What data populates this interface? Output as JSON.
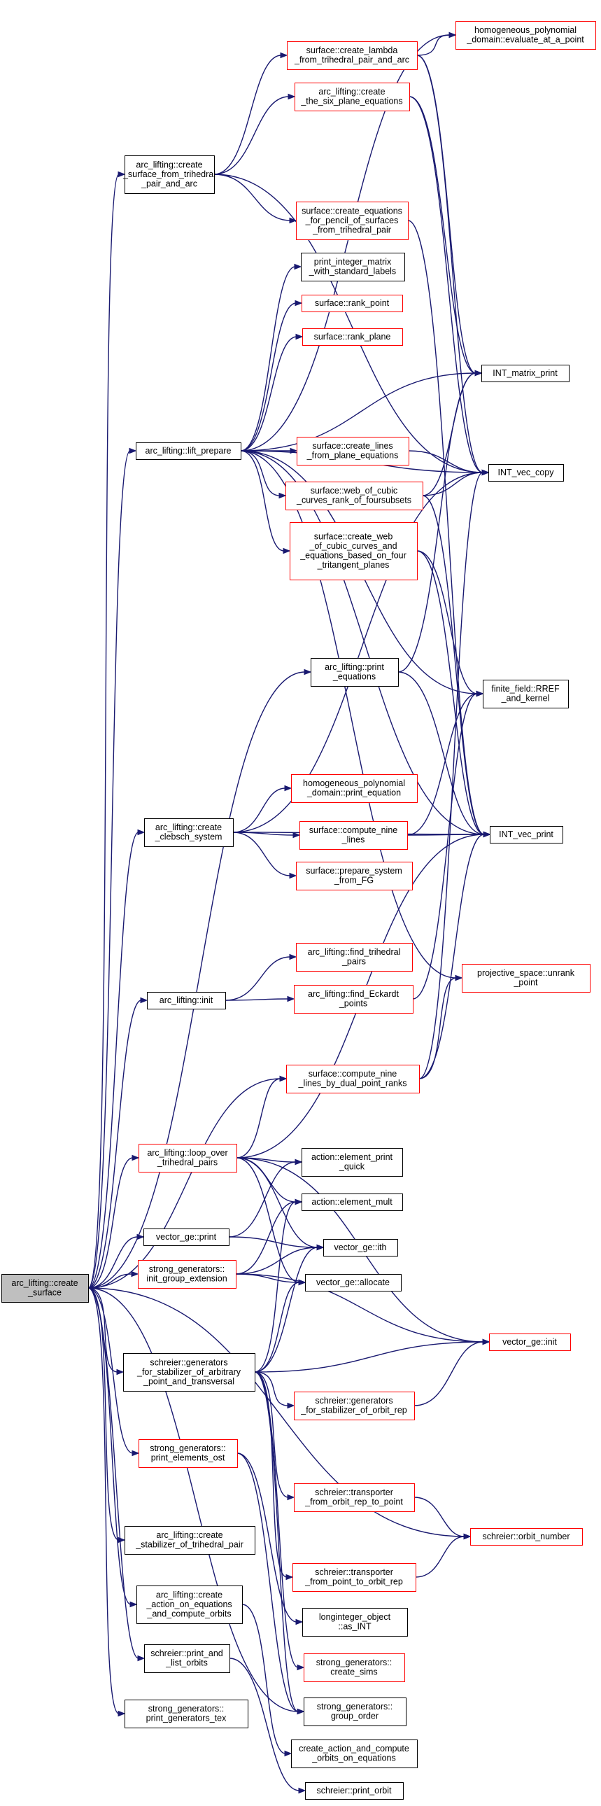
{
  "colors": {
    "edge": "#191970",
    "border_normal": "#000000",
    "border_truncated": "#ff0000",
    "root_fill": "#bfbfbf",
    "node_fill": "#ffffff"
  },
  "nodes": [
    {
      "id": "create_surface",
      "style": "root",
      "lines": [
        "arc_lifting::create",
        "_surface"
      ]
    },
    {
      "id": "create_surface_from_trihedral",
      "style": "normal",
      "lines": [
        "arc_lifting::create",
        "_surface_from_trihedral",
        "_pair_and_arc"
      ]
    },
    {
      "id": "create_lambda",
      "style": "truncated",
      "lines": [
        "surface::create_lambda",
        "_from_trihedral_pair_and_arc"
      ]
    },
    {
      "id": "hp_evaluate",
      "style": "truncated",
      "lines": [
        "homogeneous_polynomial",
        "_domain::evaluate_at_a_point"
      ]
    },
    {
      "id": "create_six_plane",
      "style": "truncated",
      "lines": [
        "arc_lifting::create",
        "_the_six_plane_equations"
      ]
    },
    {
      "id": "create_eq_pencil",
      "style": "truncated",
      "lines": [
        "surface::create_equations",
        "_for_pencil_of_surfaces",
        "_from_trihedral_pair"
      ]
    },
    {
      "id": "print_int_matrix",
      "style": "normal",
      "lines": [
        "print_integer_matrix",
        "_with_standard_labels"
      ]
    },
    {
      "id": "rank_point",
      "style": "truncated",
      "lines": [
        "surface::rank_point"
      ]
    },
    {
      "id": "rank_plane",
      "style": "truncated",
      "lines": [
        "surface::rank_plane"
      ]
    },
    {
      "id": "int_matrix_print",
      "style": "normal",
      "lines": [
        "INT_matrix_print"
      ]
    },
    {
      "id": "lift_prepare",
      "style": "normal",
      "lines": [
        "arc_lifting::lift_prepare"
      ]
    },
    {
      "id": "create_lines",
      "style": "truncated",
      "lines": [
        "surface::create_lines",
        "_from_plane_equations"
      ]
    },
    {
      "id": "int_vec_copy",
      "style": "normal",
      "lines": [
        "INT_vec_copy"
      ]
    },
    {
      "id": "web_rank",
      "style": "truncated",
      "lines": [
        "surface::web_of_cubic",
        "_curves_rank_of_foursubsets"
      ]
    },
    {
      "id": "create_web",
      "style": "truncated",
      "lines": [
        "surface::create_web",
        "_of_cubic_curves_and",
        "_equations_based_on_four",
        "_tritangent_planes"
      ]
    },
    {
      "id": "print_equations",
      "style": "normal",
      "lines": [
        "arc_lifting::print",
        "_equations"
      ]
    },
    {
      "id": "rref_kernel",
      "style": "normal",
      "lines": [
        "finite_field::RREF",
        "_and_kernel"
      ]
    },
    {
      "id": "hp_print_eq",
      "style": "truncated",
      "lines": [
        "homogeneous_polynomial",
        "_domain::print_equation"
      ]
    },
    {
      "id": "create_clebsch",
      "style": "normal",
      "lines": [
        "arc_lifting::create",
        "_clebsch_system"
      ]
    },
    {
      "id": "compute_nine",
      "style": "truncated",
      "lines": [
        "surface::compute_nine",
        "_lines"
      ]
    },
    {
      "id": "int_vec_print",
      "style": "normal",
      "lines": [
        "INT_vec_print"
      ]
    },
    {
      "id": "prepare_system",
      "style": "truncated",
      "lines": [
        "surface::prepare_system",
        "_from_FG"
      ]
    },
    {
      "id": "find_trihedral",
      "style": "truncated",
      "lines": [
        "arc_lifting::find_trihedral",
        "_pairs"
      ]
    },
    {
      "id": "ps_unrank",
      "style": "truncated",
      "lines": [
        "projective_space::unrank",
        "_point"
      ]
    },
    {
      "id": "init",
      "style": "normal",
      "lines": [
        "arc_lifting::init"
      ]
    },
    {
      "id": "find_eckardt",
      "style": "truncated",
      "lines": [
        "arc_lifting::find_Eckardt",
        "_points"
      ]
    },
    {
      "id": "compute_nine_dual",
      "style": "truncated",
      "lines": [
        "surface::compute_nine",
        "_lines_by_dual_point_ranks"
      ]
    },
    {
      "id": "loop_over",
      "style": "truncated",
      "lines": [
        "arc_lifting::loop_over",
        "_trihedral_pairs"
      ]
    },
    {
      "id": "element_print_quick",
      "style": "normal",
      "lines": [
        "action::element_print",
        "_quick"
      ]
    },
    {
      "id": "element_mult",
      "style": "normal",
      "lines": [
        "action::element_mult"
      ]
    },
    {
      "id": "vector_ge_print",
      "style": "normal",
      "lines": [
        "vector_ge::print"
      ]
    },
    {
      "id": "vector_ge_ith",
      "style": "normal",
      "lines": [
        "vector_ge::ith"
      ]
    },
    {
      "id": "init_group_ext",
      "style": "truncated",
      "lines": [
        "strong_generators::",
        "init_group_extension"
      ]
    },
    {
      "id": "vector_ge_allocate",
      "style": "normal",
      "lines": [
        "vector_ge::allocate"
      ]
    },
    {
      "id": "vector_ge_init",
      "style": "truncated",
      "lines": [
        "vector_ge::init"
      ]
    },
    {
      "id": "schreier_gen_arbitrary",
      "style": "normal",
      "lines": [
        "schreier::generators",
        "_for_stabilizer_of_arbitrary",
        "_point_and_transversal"
      ]
    },
    {
      "id": "schreier_gen_orbit_rep",
      "style": "truncated",
      "lines": [
        "schreier::generators",
        "_for_stabilizer_of_orbit_rep"
      ]
    },
    {
      "id": "print_elements_ost",
      "style": "truncated",
      "lines": [
        "strong_generators::",
        "print_elements_ost"
      ]
    },
    {
      "id": "transporter_rep_to_point",
      "style": "truncated",
      "lines": [
        "schreier::transporter",
        "_from_orbit_rep_to_point"
      ]
    },
    {
      "id": "orbit_number",
      "style": "truncated",
      "lines": [
        "schreier::orbit_number"
      ]
    },
    {
      "id": "create_stabilizer",
      "style": "normal",
      "lines": [
        "arc_lifting::create",
        "_stabilizer_of_trihedral_pair"
      ]
    },
    {
      "id": "create_action",
      "style": "normal",
      "lines": [
        "arc_lifting::create",
        "_action_on_equations",
        "_and_compute_orbits"
      ]
    },
    {
      "id": "transporter_point_to_rep",
      "style": "truncated",
      "lines": [
        "schreier::transporter",
        "_from_point_to_orbit_rep"
      ]
    },
    {
      "id": "as_int",
      "style": "normal",
      "lines": [
        "longinteger_object",
        "::as_INT"
      ]
    },
    {
      "id": "print_and_list_orbits",
      "style": "normal",
      "lines": [
        "schreier::print_and",
        "_list_orbits"
      ]
    },
    {
      "id": "create_sims",
      "style": "truncated",
      "lines": [
        "strong_generators::",
        "create_sims"
      ]
    },
    {
      "id": "print_generators_tex",
      "style": "normal",
      "lines": [
        "strong_generators::",
        "print_generators_tex"
      ]
    },
    {
      "id": "group_order",
      "style": "normal",
      "lines": [
        "strong_generators::",
        "group_order"
      ]
    },
    {
      "id": "create_action_compute",
      "style": "normal",
      "lines": [
        "create_action_and_compute",
        "_orbits_on_equations"
      ]
    },
    {
      "id": "print_orbit",
      "style": "normal",
      "lines": [
        "schreier::print_orbit"
      ]
    }
  ],
  "edges": [
    [
      "create_surface",
      "create_surface_from_trihedral"
    ],
    [
      "create_surface",
      "lift_prepare"
    ],
    [
      "create_surface",
      "print_equations"
    ],
    [
      "create_surface",
      "create_clebsch"
    ],
    [
      "create_surface",
      "init"
    ],
    [
      "create_surface",
      "compute_nine_dual"
    ],
    [
      "create_surface",
      "loop_over"
    ],
    [
      "create_surface",
      "vector_ge_print"
    ],
    [
      "create_surface",
      "init_group_ext"
    ],
    [
      "create_surface",
      "schreier_gen_arbitrary"
    ],
    [
      "create_surface",
      "print_elements_ost"
    ],
    [
      "create_surface",
      "create_stabilizer"
    ],
    [
      "create_surface",
      "create_action"
    ],
    [
      "create_surface",
      "print_and_list_orbits"
    ],
    [
      "create_surface",
      "print_generators_tex"
    ],
    [
      "create_surface",
      "orbit_number"
    ],
    [
      "create_surface",
      "group_order"
    ],
    [
      "create_surface_from_trihedral",
      "create_lambda"
    ],
    [
      "create_surface_from_trihedral",
      "create_six_plane"
    ],
    [
      "create_surface_from_trihedral",
      "create_eq_pencil"
    ],
    [
      "create_surface_from_trihedral",
      "int_vec_copy"
    ],
    [
      "create_lambda",
      "hp_evaluate"
    ],
    [
      "create_lambda",
      "int_matrix_print"
    ],
    [
      "create_lambda",
      "int_vec_copy"
    ],
    [
      "create_six_plane",
      "int_matrix_print"
    ],
    [
      "create_six_plane",
      "int_vec_copy"
    ],
    [
      "create_eq_pencil",
      "int_vec_print"
    ],
    [
      "lift_prepare",
      "hp_evaluate"
    ],
    [
      "lift_prepare",
      "print_int_matrix"
    ],
    [
      "lift_prepare",
      "rank_point"
    ],
    [
      "lift_prepare",
      "rank_plane"
    ],
    [
      "lift_prepare",
      "int_matrix_print"
    ],
    [
      "lift_prepare",
      "create_lines"
    ],
    [
      "lift_prepare",
      "int_vec_copy"
    ],
    [
      "lift_prepare",
      "web_rank"
    ],
    [
      "lift_prepare",
      "create_web"
    ],
    [
      "lift_prepare",
      "rref_kernel"
    ],
    [
      "lift_prepare",
      "int_vec_print"
    ],
    [
      "lift_prepare",
      "ps_unrank"
    ],
    [
      "create_lines",
      "int_vec_copy"
    ],
    [
      "web_rank",
      "int_vec_copy"
    ],
    [
      "web_rank",
      "int_matrix_print"
    ],
    [
      "web_rank",
      "int_vec_print"
    ],
    [
      "create_web",
      "rref_kernel"
    ],
    [
      "create_web",
      "int_vec_print"
    ],
    [
      "print_equations",
      "int_matrix_print"
    ],
    [
      "print_equations",
      "int_vec_print"
    ],
    [
      "create_clebsch",
      "int_vec_copy"
    ],
    [
      "create_clebsch",
      "hp_print_eq"
    ],
    [
      "create_clebsch",
      "compute_nine"
    ],
    [
      "create_clebsch",
      "prepare_system"
    ],
    [
      "create_clebsch",
      "int_vec_print"
    ],
    [
      "compute_nine",
      "int_vec_print"
    ],
    [
      "compute_nine",
      "rref_kernel"
    ],
    [
      "init",
      "find_trihedral"
    ],
    [
      "init",
      "find_eckardt"
    ],
    [
      "find_eckardt",
      "rref_kernel"
    ],
    [
      "compute_nine_dual",
      "int_vec_print"
    ],
    [
      "compute_nine_dual",
      "int_vec_copy"
    ],
    [
      "compute_nine_dual",
      "ps_unrank"
    ],
    [
      "loop_over",
      "int_vec_print"
    ],
    [
      "loop_over",
      "element_print_quick"
    ],
    [
      "loop_over",
      "element_mult"
    ],
    [
      "loop_over",
      "vector_ge_ith"
    ],
    [
      "loop_over",
      "vector_ge_allocate"
    ],
    [
      "loop_over",
      "vector_ge_init"
    ],
    [
      "loop_over",
      "compute_nine_dual"
    ],
    [
      "vector_ge_print",
      "element_print_quick"
    ],
    [
      "vector_ge_print",
      "vector_ge_ith"
    ],
    [
      "init_group_ext",
      "vector_ge_ith"
    ],
    [
      "init_group_ext",
      "vector_ge_allocate"
    ],
    [
      "init_group_ext",
      "vector_ge_init"
    ],
    [
      "init_group_ext",
      "element_mult"
    ],
    [
      "schreier_gen_arbitrary",
      "vector_ge_ith"
    ],
    [
      "schreier_gen_arbitrary",
      "vector_ge_allocate"
    ],
    [
      "schreier_gen_arbitrary",
      "vector_ge_init"
    ],
    [
      "schreier_gen_arbitrary",
      "schreier_gen_orbit_rep"
    ],
    [
      "schreier_gen_arbitrary",
      "transporter_rep_to_point"
    ],
    [
      "schreier_gen_arbitrary",
      "transporter_point_to_rep"
    ],
    [
      "schreier_gen_arbitrary",
      "create_sims"
    ],
    [
      "schreier_gen_arbitrary",
      "group_order"
    ],
    [
      "schreier_gen_arbitrary",
      "element_mult"
    ],
    [
      "schreier_gen_orbit_rep",
      "vector_ge_init"
    ],
    [
      "print_elements_ost",
      "as_int"
    ],
    [
      "print_elements_ost",
      "group_order"
    ],
    [
      "transporter_rep_to_point",
      "orbit_number"
    ],
    [
      "transporter_point_to_rep",
      "orbit_number"
    ],
    [
      "create_action",
      "create_action_compute"
    ],
    [
      "print_and_list_orbits",
      "print_orbit"
    ]
  ]
}
